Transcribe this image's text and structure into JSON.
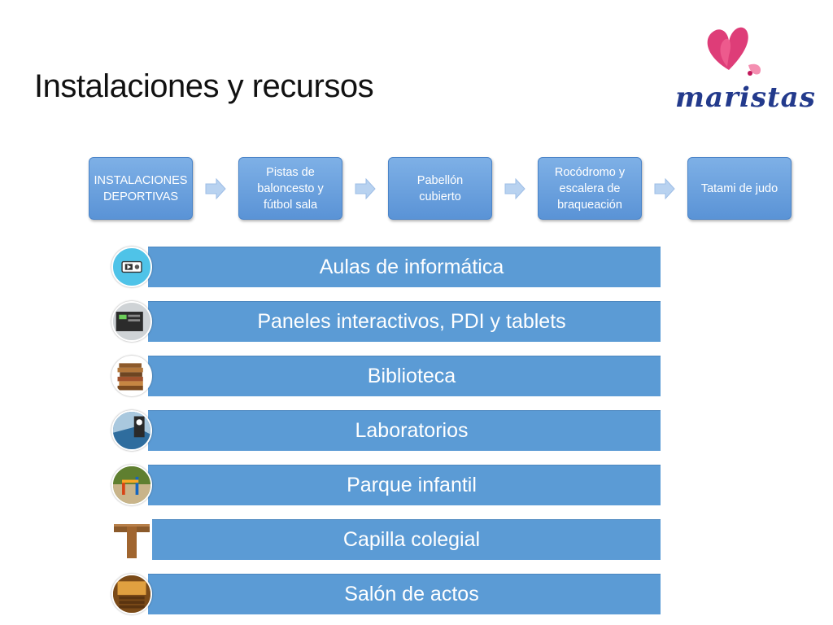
{
  "slide": {
    "title": "Instalaciones y recursos",
    "logo_text": "maristas"
  },
  "flow": {
    "steps": [
      "INSTALACIONES DEPORTIVAS",
      "Pistas de baloncesto y fútbol sala",
      "Pabellón cubierto",
      "Rocódromo y escalera de braqueación",
      "Tatami de judo"
    ]
  },
  "resources": [
    {
      "label": "Aulas de informática",
      "icon": "projector-icon"
    },
    {
      "label": "Paneles interactivos, PDI y tablets",
      "icon": "interactive-panel-icon"
    },
    {
      "label": "Biblioteca",
      "icon": "books-icon"
    },
    {
      "label": "Laboratorios",
      "icon": "laboratory-icon"
    },
    {
      "label": "Parque infantil",
      "icon": "playground-icon"
    },
    {
      "label": "Capilla colegial",
      "icon": "cross-icon"
    },
    {
      "label": "Salón de actos",
      "icon": "auditorium-icon"
    }
  ],
  "colors": {
    "bar": "#5b9bd5",
    "step": "#6ea6e0",
    "logo": "#233a8c",
    "logo_accent": "#c2185b"
  }
}
